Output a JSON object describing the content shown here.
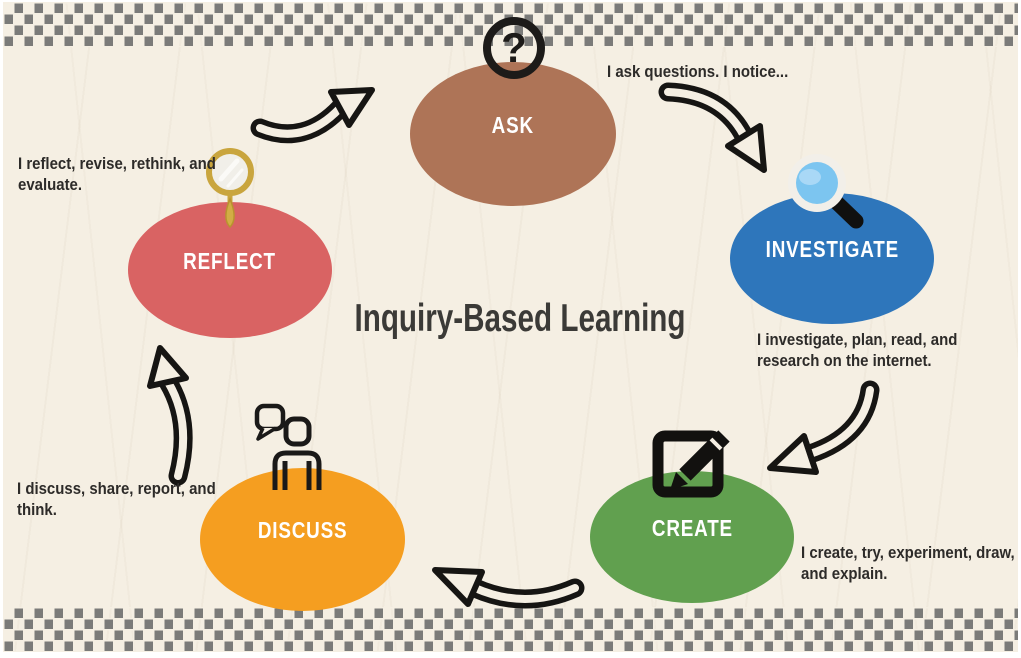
{
  "title": "Inquiry-Based Learning",
  "nodes": [
    {
      "id": "ask",
      "label": "ASK",
      "color": "#ae7457",
      "icon": "question-circle-icon"
    },
    {
      "id": "investigate",
      "label": "INVESTIGATE",
      "color": "#2e76bb",
      "icon": "magnifying-glass-icon"
    },
    {
      "id": "create",
      "label": "CREATE",
      "color": "#61a04f",
      "icon": "edit-pencil-square-icon"
    },
    {
      "id": "discuss",
      "label": "DISCUSS",
      "color": "#f59e20",
      "icon": "person-speech-bubble-icon"
    },
    {
      "id": "reflect",
      "label": "REFLECT",
      "color": "#d96363",
      "icon": "hand-mirror-icon"
    }
  ],
  "annotations": {
    "ask": "I ask questions. I notice...",
    "investigate": "I investigate, plan, read, and research on the internet.",
    "create": "I create, try, experiment, draw, and explain.",
    "discuss": "I discuss, share, report, and think.",
    "reflect": "I reflect, revise, rethink, and evaluate."
  },
  "cycle_order": [
    "ASK",
    "INVESTIGATE",
    "CREATE",
    "DISCUSS",
    "REFLECT"
  ],
  "colors": {
    "background": "#f5efe3",
    "frame": "#ffffff",
    "dot_pattern": "#7b7b79",
    "title_text": "#3b3a37",
    "annotation_text": "#2d2b29",
    "node_label_text": "#ffffff",
    "arrow_outline": "#161513"
  }
}
